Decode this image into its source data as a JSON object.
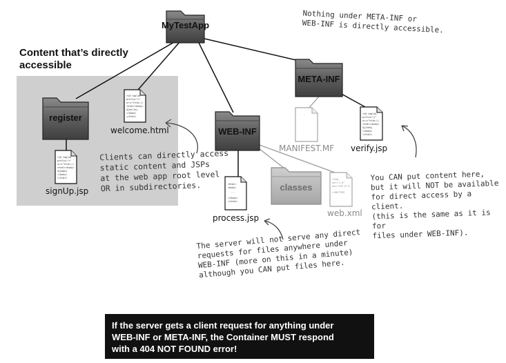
{
  "diagram": {
    "top_note": [
      "Nothing under META-INF or",
      "WEB-INF is directly accessible."
    ],
    "accessible_heading": [
      "Content that’s directly",
      "accessible"
    ],
    "folders": {
      "root": "MyTestApp",
      "register": "register",
      "web_inf": "WEB-INF",
      "meta_inf": "META-INF",
      "classes": "classes"
    },
    "files": {
      "welcome": "welcome.html",
      "signup": "signUp.jsp",
      "process": "process.jsp",
      "manifest": "MANIFEST.MF",
      "verify": "verify.jsp",
      "webxml": "web.xml"
    },
    "clients_note": [
      "Clients can directly access",
      "static content and JSPs",
      "at the web app root level",
      "OR in subdirectories."
    ],
    "meta_note": [
      "You CAN put content here,",
      "but it will NOT be available",
      "for direct access by a client.",
      "(this is the same as it is for",
      "files under WEB-INF)."
    ],
    "server_note": [
      "The server will not serve any direct",
      "requests for files anywhere under",
      "WEB-INF (more on this in a minute)",
      "although you CAN put files here."
    ],
    "bottom_notice": [
      "If the server gets a client request for anything under",
      "WEB-INF or META-INF, the Container MUST respond",
      "with a 404 NOT FOUND error!"
    ],
    "colors": {
      "accessible_region": "#cfcfcf",
      "folder_dark": "#5a5a5a",
      "folder_light": "#b5b5b5",
      "notice_bg": "#111111"
    }
  }
}
